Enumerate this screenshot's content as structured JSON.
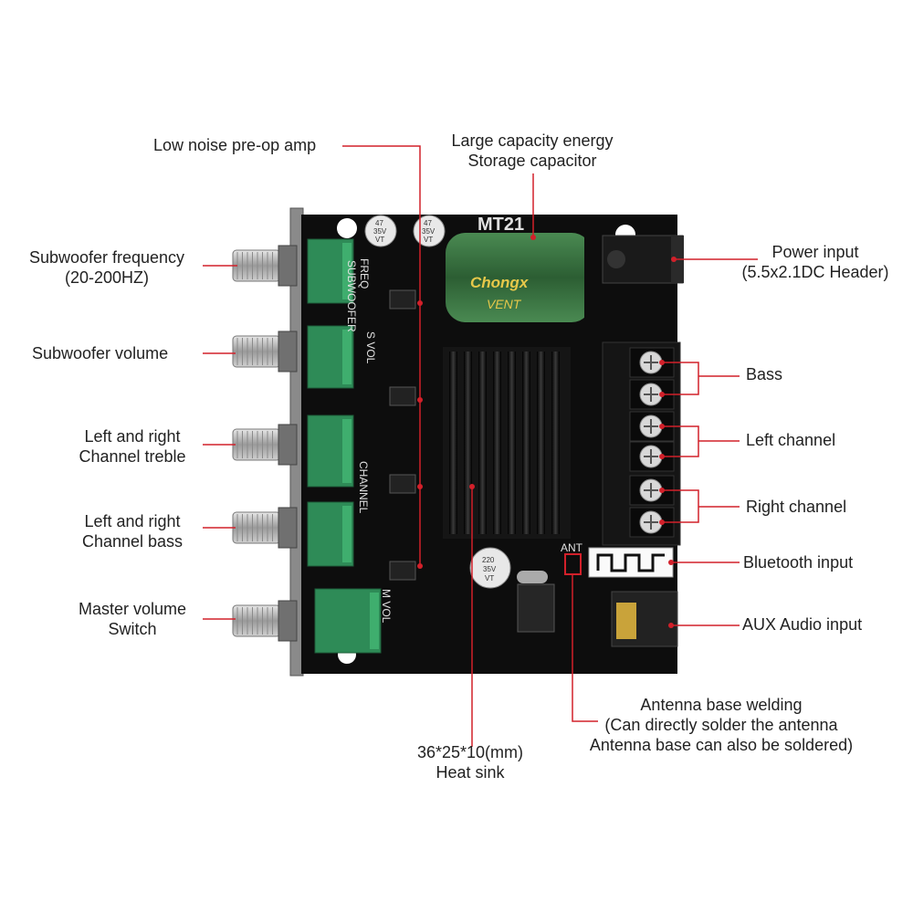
{
  "board": {
    "model": "MT21",
    "capacitor_brand": "Chongx",
    "capacitor_text": "VENT",
    "small_cap_1": "47",
    "small_cap_2": "35V",
    "small_cap_3": "VT",
    "cap_220_1": "220",
    "cap_220_2": "35V",
    "cap_220_3": "VT",
    "silk_freq": "FREQ",
    "silk_subwoofer": "SUBWOOFER",
    "silk_s_vol": "S VOL",
    "silk_channel": "CHANNEL",
    "silk_m_vol": "M VOL",
    "silk_ant": "ANT"
  },
  "annotations": {
    "preop": "Low noise pre-op amp",
    "capacitor_line1": "Large capacity energy",
    "capacitor_line2": "Storage capacitor",
    "power_line1": "Power input",
    "power_line2": "(5.5x2.1DC Header)",
    "sub_freq_line1": "Subwoofer frequency",
    "sub_freq_line2": "(20-200HZ)",
    "sub_vol": "Subwoofer volume",
    "treble_line1": "Left and right",
    "treble_line2": "Channel treble",
    "bass_knob_line1": "Left and right",
    "bass_knob_line2": "Channel bass",
    "master_line1": "Master volume",
    "master_line2": "Switch",
    "bass_out": "Bass",
    "left_channel": "Left channel",
    "right_channel": "Right channel",
    "bluetooth": "Bluetooth input",
    "aux": "AUX Audio input",
    "antenna_line1": "Antenna base welding",
    "antenna_line2": "(Can directly solder the antenna",
    "antenna_line3": "Antenna base can also be soldered)",
    "heatsink_line1": "36*25*10(mm)",
    "heatsink_line2": "Heat sink"
  },
  "colors": {
    "leader": "#d2202a",
    "pcb": "#0d0d0d",
    "knob_pot": "#2e8b57",
    "heatsink": "#151515",
    "capacitor": "#2f6b3a"
  }
}
